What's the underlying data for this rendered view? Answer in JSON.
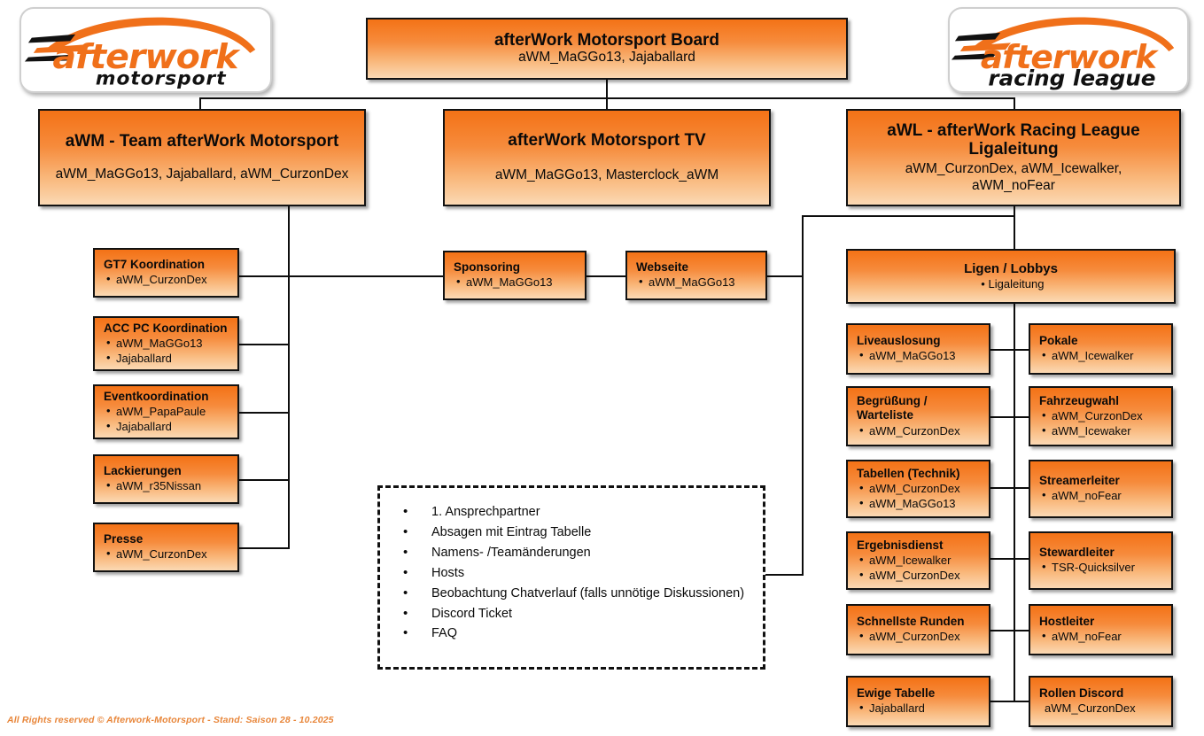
{
  "meta": {
    "footer": "All Rights reserved © Afterwork-Motorsport - Stand: Saison 28 - 10.2025",
    "accent_orange": "#F47216",
    "gradient_bottom": "#FBD9B4",
    "line_color": "#0d0d0d",
    "footer_color": "#E8863A"
  },
  "logos": {
    "left": {
      "name": "afterwork-motorsport-logo",
      "word_top": "afterwork",
      "word_bottom": "motorsport"
    },
    "right": {
      "name": "afterwork-racing-league-logo",
      "word_top": "afterwork",
      "word_bottom": "racing league"
    }
  },
  "board": {
    "title": "afterWork Motorsport Board",
    "members": "aWM_MaGGo13, Jajaballard"
  },
  "divisions": [
    {
      "title": "aWM - Team afterWork Motorsport",
      "members": "aWM_MaGGo13,  Jajaballard, aWM_CurzonDex"
    },
    {
      "title": "afterWork Motorsport TV",
      "members": "aWM_MaGGo13, Masterclock_aWM"
    },
    {
      "title_line1": "aWL - afterWork Racing League",
      "title_line2": "Ligaleitung",
      "members_line1": "aWM_CurzonDex, aWM_Icewalker,",
      "members_line2": "aWM_noFear"
    }
  ],
  "team_units": [
    {
      "title": "GT7 Koordination",
      "people": [
        "aWM_CurzonDex"
      ]
    },
    {
      "title": "ACC PC Koordination",
      "people": [
        "aWM_MaGGo13",
        "Jajaballard"
      ]
    },
    {
      "title": "Eventkoordination",
      "people": [
        "aWM_PapaPaule",
        "Jajaballard"
      ]
    },
    {
      "title": "Lackierungen",
      "people": [
        "aWM_r35Nissan"
      ]
    },
    {
      "title": "Presse",
      "people": [
        "aWM_CurzonDex"
      ]
    }
  ],
  "media_units": [
    {
      "title": "Sponsoring",
      "people": [
        "aWM_MaGGo13"
      ]
    },
    {
      "title": "Webseite",
      "people": [
        "aWM_MaGGo13"
      ]
    }
  ],
  "league_head": {
    "title": "Ligen / Lobbys",
    "people": [
      "Ligaleitung"
    ]
  },
  "league_left": [
    {
      "title": "Liveauslosung",
      "people": [
        "aWM_MaGGo13"
      ]
    },
    {
      "title_line1": "Begrüßung /",
      "title_line2": "Warteliste",
      "people": [
        "aWM_CurzonDex"
      ]
    },
    {
      "title": "Tabellen (Technik)",
      "people": [
        "aWM_CurzonDex",
        "aWM_MaGGo13"
      ]
    },
    {
      "title": "Ergebnisdienst",
      "people": [
        "aWM_Icewalker",
        "aWM_CurzonDex"
      ]
    },
    {
      "title": "Schnellste Runden",
      "people": [
        "aWM_CurzonDex"
      ]
    },
    {
      "title": "Ewige Tabelle",
      "people": [
        "Jajaballard"
      ]
    }
  ],
  "league_right": [
    {
      "title": "Pokale",
      "people": [
        "aWM_Icewalker"
      ]
    },
    {
      "title": "Fahrzeugwahl",
      "people": [
        "aWM_CurzonDex",
        "aWM_Icewaker"
      ]
    },
    {
      "title": "Streamerleiter",
      "people": [
        "aWM_noFear"
      ]
    },
    {
      "title": "Stewardleiter",
      "people": [
        "TSR-Quicksilver"
      ]
    },
    {
      "title": "Hostleiter",
      "people": [
        "aWM_noFear"
      ]
    },
    {
      "title": "Rollen Discord",
      "people": [
        "aWM_CurzonDex"
      ],
      "no_bullet": true
    }
  ],
  "notes": {
    "items": [
      "1. Ansprechpartner",
      "Absagen mit Eintrag Tabelle",
      "Namens- /Teamänderungen",
      "Hosts",
      "Beobachtung Chatverlauf (falls unnötige Diskussionen)",
      "Discord Ticket",
      "FAQ"
    ]
  }
}
